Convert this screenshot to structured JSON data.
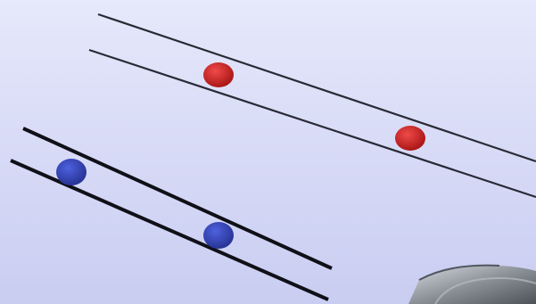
{
  "colors": {
    "background_top": "#e6e8fb",
    "background_bottom": "#c9cdf1",
    "upper_lines": "#2a2a36",
    "lower_lines": "#101018",
    "red_dots": "#c81f1f",
    "blue_dots": "#2f3fb4",
    "corner_object": "#7a7f86"
  },
  "groups": [
    {
      "name": "upper-pair",
      "line_count": 2,
      "dot_color": "red",
      "dot_count": 2
    },
    {
      "name": "lower-pair",
      "line_count": 2,
      "dot_color": "blue",
      "dot_count": 2
    }
  ],
  "decorations": {
    "corner_object": "partial-gray-device-image"
  }
}
